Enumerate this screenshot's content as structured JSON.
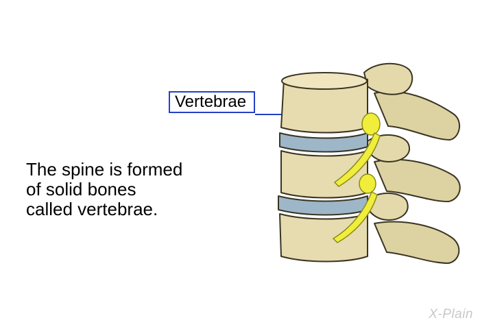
{
  "body_text": {
    "line1": "The spine is formed",
    "line2": "of solid bones",
    "line3": "called vertebrae."
  },
  "label": {
    "text": "Vertebrae",
    "border_color": "#2341c4"
  },
  "watermark": {
    "text": "X-Plain"
  },
  "colors": {
    "bone": "#e6dcb0",
    "disc": "#9db7c9",
    "nerve": "#f0ee3a",
    "outline": "#3a3422"
  }
}
